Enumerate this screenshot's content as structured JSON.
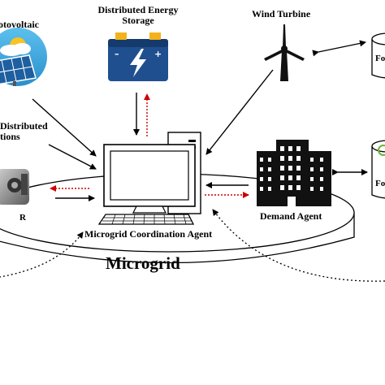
{
  "labels": {
    "photovoltaic": "otovoltaic",
    "distributed_storage_line1": "Distributed Energy",
    "distributed_storage_line2": "Storage",
    "wind_turbine": "Wind Turbine",
    "distributed_line1": "Distributed",
    "distributed_line2": "tions",
    "demand_agent": "Demand Agent",
    "coordination_agent": "Microgrid Coordination Agent",
    "microgrid": "Microgrid",
    "generator_tag": "R",
    "forecast_top": "Fo",
    "forecast_bottom": "Fo"
  },
  "colors": {
    "pv_circle": "#3aa6dc",
    "battery_body": "#1f4f8f",
    "battery_bolt": "#ffffff",
    "battery_terminal": "#f2b21b",
    "building": "#111111",
    "arrow_black": "#000000",
    "arrow_red": "#cc0000",
    "platform_stroke": "#000000"
  },
  "icons": {
    "pv": "solar-panel-icon",
    "storage": "battery-icon",
    "wind": "wind-turbine-icon",
    "computer": "desktop-computer-icon",
    "building": "office-building-icon",
    "generator": "generator-icon",
    "database": "database-icon"
  }
}
